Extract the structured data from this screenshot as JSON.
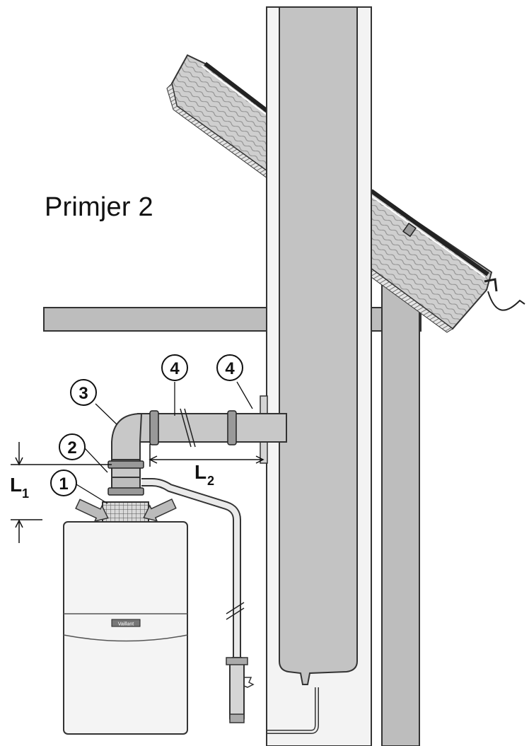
{
  "title": "Primjer 2",
  "callouts": {
    "c1": "1",
    "c2": "2",
    "c3": "3",
    "c4a": "4",
    "c4b": "4"
  },
  "dimensions": {
    "l1_main": "L",
    "l1_sub": "1",
    "l2_main": "L",
    "l2_sub": "2"
  },
  "boiler_brand": "Vaillant"
}
